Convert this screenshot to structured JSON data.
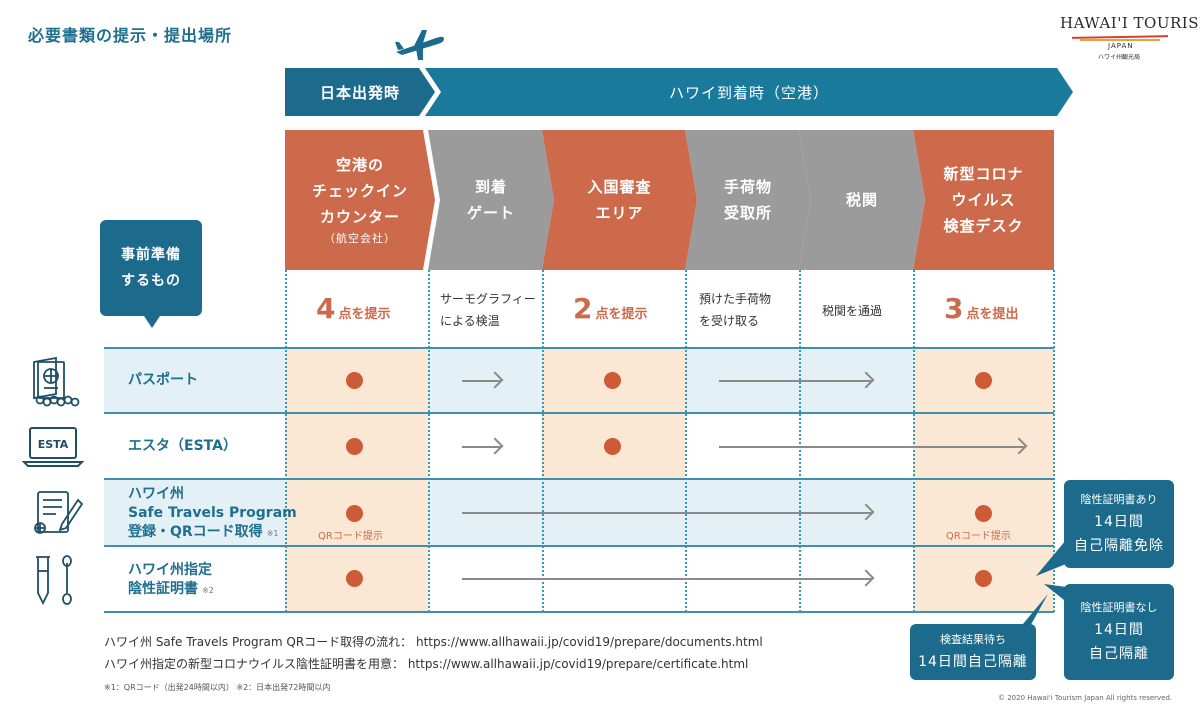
{
  "title": "必要書類の提示・提出場所",
  "logo": {
    "text": "HAWAI'I TOURISM",
    "sub": "JAPAN",
    "kana": "ハワイ州観光局"
  },
  "bands": {
    "departure": "日本出発時",
    "arrival": "ハワイ到着時（空港）"
  },
  "steps": [
    {
      "label": "空港の\nチェックイン\nカウンター",
      "sub": "（航空会社）",
      "color": "orange"
    },
    {
      "label": "到着\nゲート",
      "sub": "",
      "color": "gray"
    },
    {
      "label": "入国審査\nエリア",
      "sub": "",
      "color": "orange"
    },
    {
      "label": "手荷物\n受取所",
      "sub": "",
      "color": "gray"
    },
    {
      "label": "税関",
      "sub": "",
      "color": "gray"
    },
    {
      "label": "新型コロナ\nウイルス\n検査デスク",
      "sub": "",
      "color": "orange"
    }
  ],
  "prepare_label": "事前準備\nするもの",
  "actions": {
    "checkin": {
      "num": "4",
      "label": "点を提示"
    },
    "gate": "サーモグラフィー\nによる検温",
    "immigration": {
      "num": "2",
      "label": "点を提示"
    },
    "baggage": "預けた手荷物\nを受け取る",
    "customs": "税関を通過",
    "covid": {
      "num": "3",
      "label": "点を提出"
    }
  },
  "rows": [
    {
      "label": "パスポート",
      "note": ""
    },
    {
      "label": "エスタ（ESTA）",
      "note": ""
    },
    {
      "label": "ハワイ州\nSafe Travels Program\n登録・QRコード取得",
      "note": "※1"
    },
    {
      "label": "ハワイ州指定\n陰性証明書",
      "note": "※2"
    }
  ],
  "qr_label": "QRコード提示",
  "callouts": {
    "positive_yes": {
      "t1": "陰性証明書あり",
      "t2": "14日間\n自己隔離免除"
    },
    "positive_no": {
      "t1": "陰性証明書なし",
      "t2": "14日間\n自己隔離"
    },
    "waiting": {
      "t1": "検査結果待ち",
      "t2": "14日間自己隔離"
    }
  },
  "footer": {
    "line1": "ハワイ州 Safe Travels Program QRコード取得の流れ：  https://www.allhawaii.jp/covid19/prepare/documents.html",
    "line2": "ハワイ州指定の新型コロナウイルス陰性証明書を用意：  https://www.allhawaii.jp/covid19/prepare/certificate.html",
    "note": "※1：QRコード（出発24時間以内）    ※2：日本出発72時間以内",
    "copyright": "© 2020 Hawai'i Tourism Japan All rights reserved."
  },
  "colors": {
    "teal": "#1d6b8c",
    "orange": "#cd6a4b",
    "gray": "#9b9b9b",
    "dot": "#cd5b38",
    "zone": "#fbe8d4",
    "rowblue": "#e3f0f5"
  }
}
